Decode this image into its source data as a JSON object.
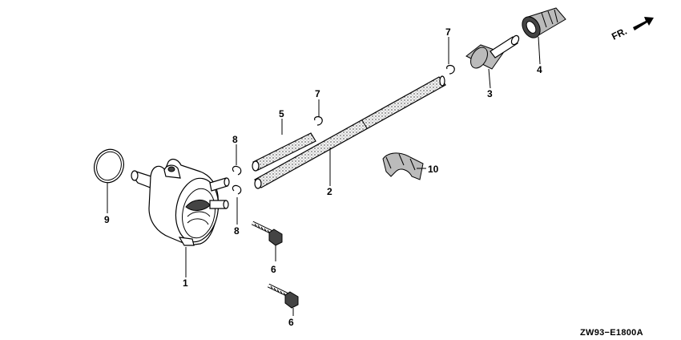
{
  "direction_marker": {
    "label": "FR.",
    "icon": "front-direction-arrow-icon"
  },
  "diagram_code": "ZW93−E1800A",
  "callouts": [
    {
      "id": "1",
      "text": "1"
    },
    {
      "id": "2",
      "text": "2"
    },
    {
      "id": "3",
      "text": "3"
    },
    {
      "id": "4",
      "text": "4"
    },
    {
      "id": "5",
      "text": "5"
    },
    {
      "id": "6a",
      "text": "6"
    },
    {
      "id": "6b",
      "text": "6"
    },
    {
      "id": "7a",
      "text": "7"
    },
    {
      "id": "7b",
      "text": "7"
    },
    {
      "id": "8a",
      "text": "8"
    },
    {
      "id": "8b",
      "text": "8"
    },
    {
      "id": "9",
      "text": "9"
    },
    {
      "id": "10",
      "text": "10"
    }
  ]
}
